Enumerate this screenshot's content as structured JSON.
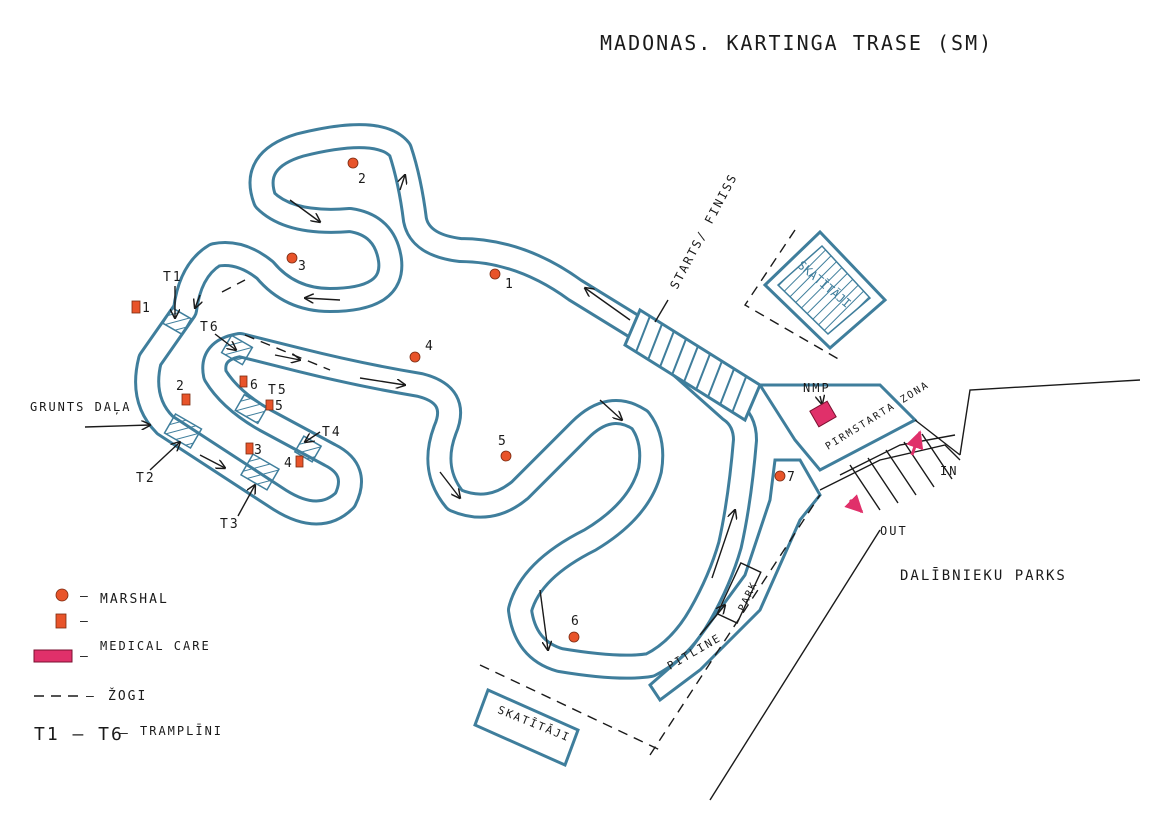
{
  "title": "MADONAS. KARTINGA TRASE (SM)",
  "labels": {
    "start_finish": "STARTS/ FINISS",
    "grunts_dala": "GRUNTS DAĻA",
    "nmp": "NMP",
    "pirmstarta_zona": "PIRMSTARTA ZONA",
    "in": "IN",
    "out": "OUT",
    "dalibnieku_parks": "DALĪBNIEKU PARKS",
    "pitline": "PITLINE",
    "park": "PARK",
    "skatitaji_top": "SKATĪTĀJI",
    "skatitaji_bottom": "SKATĪTĀJI"
  },
  "marshals": [
    {
      "num": "1"
    },
    {
      "num": "2"
    },
    {
      "num": "3"
    },
    {
      "num": "4"
    },
    {
      "num": "5"
    },
    {
      "num": "6"
    },
    {
      "num": "7"
    }
  ],
  "square_marshals": [
    {
      "num": "1"
    },
    {
      "num": "2"
    },
    {
      "num": "3"
    },
    {
      "num": "4"
    },
    {
      "num": "5"
    },
    {
      "num": "6"
    }
  ],
  "tramplins": [
    {
      "label": "T1"
    },
    {
      "label": "T2"
    },
    {
      "label": "T3"
    },
    {
      "label": "T4"
    },
    {
      "label": "T5"
    },
    {
      "label": "T6"
    }
  ],
  "legend": {
    "marshal": "MARSHAL",
    "medical": "MEDICAL CARE",
    "zogi": "ŽOGI",
    "tramplini_range": "T1 – T6",
    "tramplini": "TRAMPLĪNI",
    "dash": "–"
  },
  "colors": {
    "track": "#3f7e9c",
    "marshal": "#e8542a",
    "medical": "#e0306a",
    "ink": "#1a1a1a"
  }
}
